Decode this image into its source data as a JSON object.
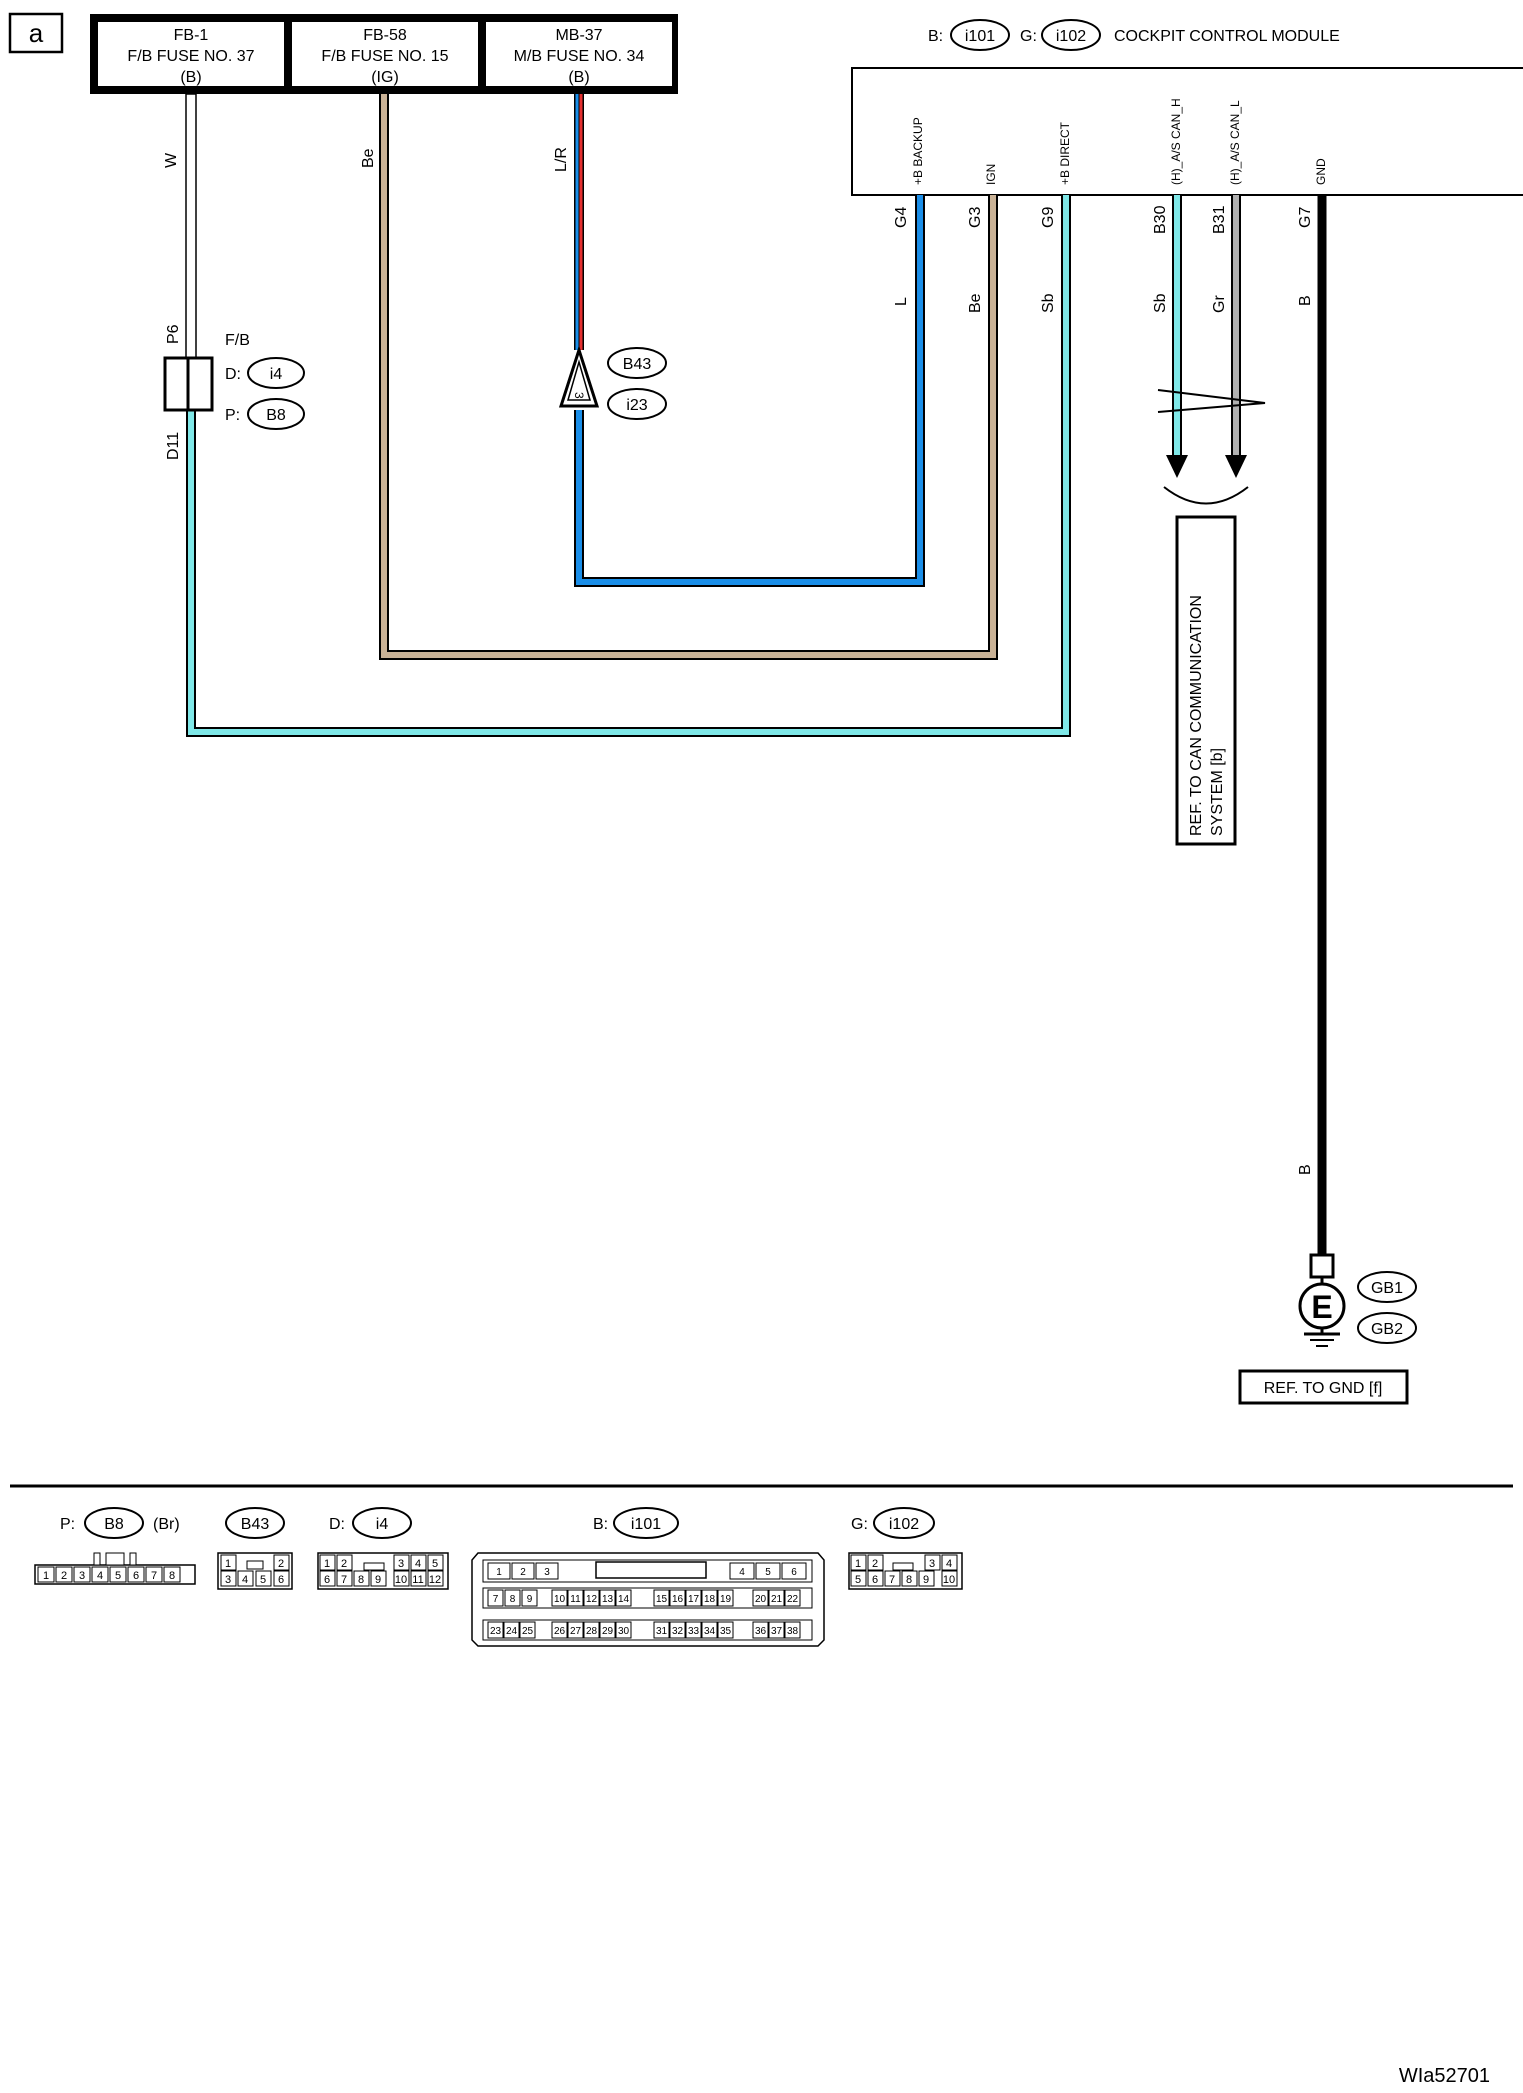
{
  "section_letter": "a",
  "fuses": [
    {
      "id": "FB-1",
      "name": "F/B FUSE NO. 37",
      "sub": "(B)"
    },
    {
      "id": "FB-58",
      "name": "F/B FUSE NO. 15",
      "sub": "(IG)"
    },
    {
      "id": "MB-37",
      "name": "M/B FUSE NO. 34",
      "sub": "(B)"
    }
  ],
  "module": {
    "title": "COCKPIT CONTROL MODULE",
    "connectors": [
      {
        "prefix": "B:",
        "id": "i101"
      },
      {
        "prefix": "G:",
        "id": "i102"
      }
    ],
    "pins": [
      {
        "func": "+B BACKUP",
        "pin": "G4",
        "wire": "L"
      },
      {
        "func": "IGN",
        "pin": "G3",
        "wire": "Be"
      },
      {
        "func": "+B DIRECT",
        "pin": "G9",
        "wire": "Sb"
      },
      {
        "func": "(H)_A/S CAN_H",
        "pin": "B30",
        "wire": "Sb"
      },
      {
        "func": "(H)_A/S CAN_L",
        "pin": "B31",
        "wire": "Gr"
      },
      {
        "func": "GND",
        "pin": "G7",
        "wire": "B"
      }
    ]
  },
  "wires": {
    "fb1": "W",
    "fb58": "Be",
    "mb37": "L/R",
    "gnd_lower": "B"
  },
  "fb_connector": {
    "title": "F/B",
    "top_pin": "P6",
    "bottom_pin": "D11",
    "refs": [
      {
        "prefix": "D:",
        "id": "i4"
      },
      {
        "prefix": "P:",
        "id": "B8"
      }
    ]
  },
  "junction": {
    "pin": "3",
    "refs": [
      "B43",
      "i23"
    ]
  },
  "can_ref": [
    "REF. TO CAN COMMUNICATION",
    "SYSTEM [b]"
  ],
  "ground": {
    "symbol": "E",
    "refs": [
      "GB1",
      "GB2"
    ],
    "ref_text": "REF. TO GND [f]"
  },
  "legend": {
    "b8": {
      "prefix": "P:",
      "id": "B8",
      "color": "(Br)",
      "pins": [
        "1",
        "2",
        "3",
        "4",
        "5",
        "6",
        "7",
        "8"
      ]
    },
    "b43": {
      "id": "B43",
      "pins": [
        "1",
        "2",
        "3",
        "4",
        "5",
        "6"
      ]
    },
    "i4": {
      "prefix": "D:",
      "id": "i4",
      "pins": [
        "1",
        "2",
        "3",
        "4",
        "5",
        "6",
        "7",
        "8",
        "9",
        "10",
        "11",
        "12"
      ]
    },
    "i101": {
      "prefix": "B:",
      "id": "i101",
      "pins": [
        "1",
        "2",
        "3",
        "4",
        "5",
        "6",
        "7",
        "8",
        "9",
        "10",
        "11",
        "12",
        "13",
        "14",
        "15",
        "16",
        "17",
        "18",
        "19",
        "20",
        "21",
        "22",
        "23",
        "24",
        "25",
        "26",
        "27",
        "28",
        "29",
        "30",
        "31",
        "32",
        "33",
        "34",
        "35",
        "36",
        "37",
        "38"
      ]
    },
    "i102": {
      "prefix": "G:",
      "id": "i102",
      "pins": [
        "1",
        "2",
        "3",
        "4",
        "5",
        "6",
        "7",
        "8",
        "9",
        "10"
      ]
    }
  },
  "colors": {
    "white_wire": "#ffffff",
    "beige": "#c9b296",
    "blue": "#1a8ee8",
    "red": "#e53030",
    "skyblue": "#7fe8e8",
    "gray": "#b0b0b0",
    "black": "#000000"
  },
  "watermark": "WIa52701"
}
